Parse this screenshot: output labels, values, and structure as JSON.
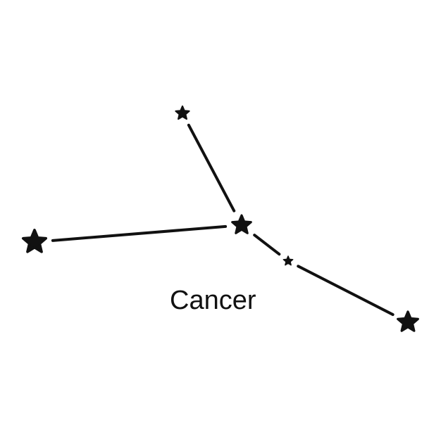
{
  "constellation": {
    "name": "Cancer",
    "colors": {
      "background": "#ffffff",
      "ink": "#111111"
    },
    "stars": [
      {
        "id": "top",
        "icon": "star-icon"
      },
      {
        "id": "center",
        "icon": "star-icon"
      },
      {
        "id": "left",
        "icon": "star-icon"
      },
      {
        "id": "small",
        "icon": "star-icon"
      },
      {
        "id": "right",
        "icon": "star-icon"
      }
    ],
    "connections": [
      [
        "top",
        "center"
      ],
      [
        "left",
        "center"
      ],
      [
        "center",
        "small"
      ],
      [
        "small",
        "right"
      ]
    ]
  }
}
